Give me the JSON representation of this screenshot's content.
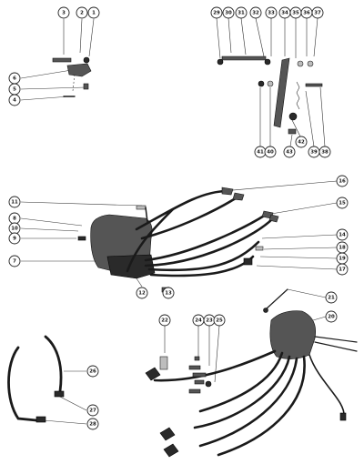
{
  "callouts": {
    "c1": "1",
    "c2": "2",
    "c3": "3",
    "c4": "4",
    "c5": "5",
    "c6": "6",
    "c7": "7",
    "c8": "8",
    "c9": "9",
    "c10": "10",
    "c11": "11",
    "c12": "12",
    "c13": "13",
    "c14": "14",
    "c15": "15",
    "c16": "16",
    "c17": "17",
    "c18": "18",
    "c19": "19",
    "c20": "20",
    "c21": "21",
    "c22": "22",
    "c23": "23",
    "c24": "24",
    "c25": "25",
    "c26": "26",
    "c27": "27",
    "c28": "28",
    "c29": "29",
    "c30": "30",
    "c31": "31",
    "c32": "32",
    "c33": "33",
    "c34": "34",
    "c35": "35",
    "c36": "36",
    "c37": "37",
    "c38": "38",
    "c39": "39",
    "c40": "40",
    "c41": "41",
    "c42": "42",
    "c43": "43"
  },
  "colors": {
    "ink": "#1a1a1a",
    "paper": "#ffffff",
    "metal": "#555555"
  }
}
